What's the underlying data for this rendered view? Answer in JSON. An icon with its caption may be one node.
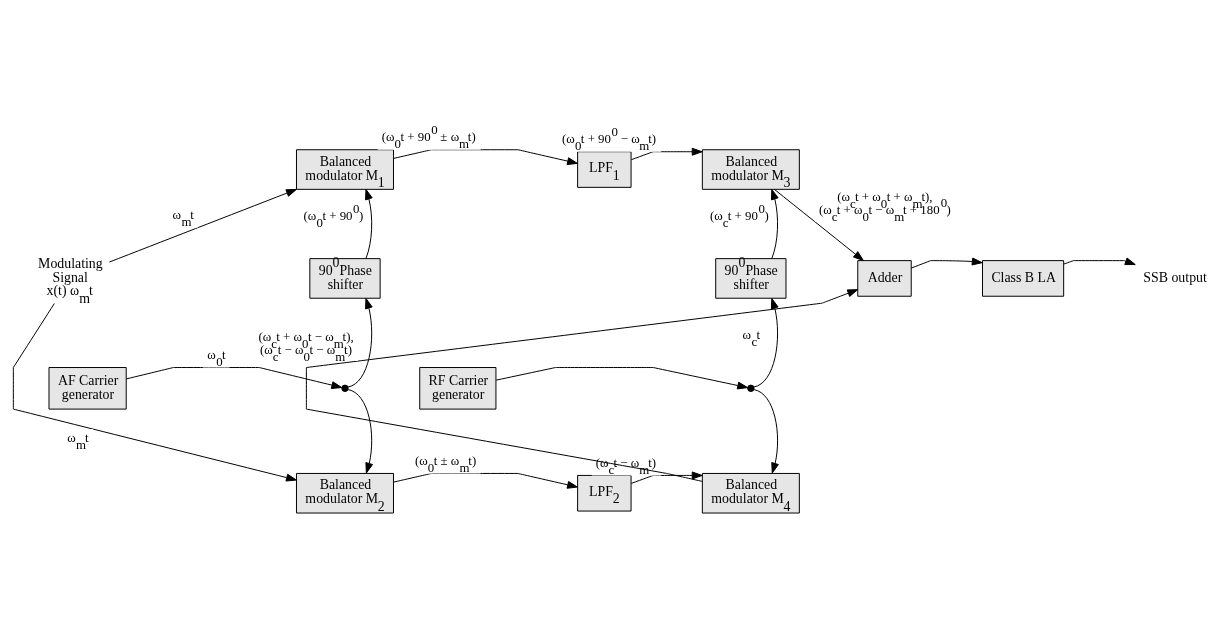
{
  "diagram": {
    "nodes": [
      {
        "text": [
          "Balanced modulator M$_{1}$"
        ]
      },
      {
        "text": [
          "LPF$_{1}$"
        ]
      },
      {
        "text": [
          "Balanced modulator M$_{3}$"
        ]
      },
      {
        "text": [
          "90$^{0}$Phase shifter"
        ]
      },
      {
        "text": [
          "90$^{0}$Phase shifter"
        ]
      },
      {
        "text": [
          "Adder"
        ]
      },
      {
        "text": [
          "Class B LA"
        ]
      },
      {
        "text": [
          "AF Carrier generator"
        ]
      },
      {
        "text": [
          "RF Carrier generator"
        ]
      },
      {
        "text": [
          "Balanced modulator M$_{2}$"
        ]
      },
      {
        "text": [
          "LPF$_{2}$"
        ]
      },
      {
        "text": [
          "Balanced modulator M$_{4}$"
        ]
      },
      {
        "text": [],
        "shape": "circle"
      },
      {
        "text": [],
        "shape": "circle"
      },
      {
        "text": [
          "SSB output"
        ]
      },
      {
        "text": [
          "Modulating Signal",
          "x(t) ω$_{m}$t"
        ]
      }
    ],
    "edges": [
      {
        "from": 15,
        "to": 0,
        "arrow": "to",
        "label": "ω$_{m}$t"
      },
      {
        "from": 15,
        "to": 9,
        "arrow": "to",
        "label": "ω$_{m}$t"
      },
      {
        "from": 0,
        "to": 1,
        "arrow": "to",
        "label": "(ω$_{0}$t + 90$^{0}$ ± ω$_{m}$t)"
      },
      {
        "from": 1,
        "to": 2,
        "arrow": "to",
        "label": "(ω$_{0}$t + 90$^{0}$ − ω$_{m}$t)"
      },
      {
        "from": 3,
        "to": 0,
        "arrow": "to",
        "label": "(ω$_{0}$t + 90$^{0}$)"
      },
      {
        "from": 12,
        "to": 3,
        "arrow": "to"
      },
      {
        "from": 12,
        "to": 9,
        "arrow": "to"
      },
      {
        "from": 7,
        "to": 12,
        "arrow": "to",
        "label": "ω$_{0}$t"
      },
      {
        "from": 4,
        "to": 2,
        "arrow": "to",
        "label": "(ω$_{c}$t + 90$^{0}$)"
      },
      {
        "from": 13,
        "to": 4,
        "arrow": "to",
        "label": "ω$_{c}$t"
      },
      {
        "from": 13,
        "to": 11,
        "arrow": "to"
      },
      {
        "from": 8,
        "to": 13,
        "arrow": "to"
      },
      {
        "from": 9,
        "to": 10,
        "arrow": "to",
        "label": "(ω$_{0}$t ± ω$_{m}$t)"
      },
      {
        "from": 10,
        "to": 11,
        "arrow": "to",
        "label": "(ω$_{c}$t − ω$_{m}$t)"
      },
      {
        "from": 2,
        "to": 5,
        "arrow": "to",
        "label": "(ω$_{c}$t + ω$_{0}$t + ω$_{m}$t), (ω$_{c}$t + ω$_{0}$t − ω$_{m}$t + 180$^{0}$)"
      },
      {
        "from": 11,
        "to": 5,
        "arrow": "to",
        "label": "(ω$_{c}$t + ω$_{0}$t − ω$_{m}$t), (ω$_{c}$t − ω$_{0}$t − ω$_{m}$t)"
      },
      {
        "from": 5,
        "to": 6,
        "arrow": "to"
      },
      {
        "from": 6,
        "to": 14,
        "arrow": "to"
      }
    ]
  }
}
